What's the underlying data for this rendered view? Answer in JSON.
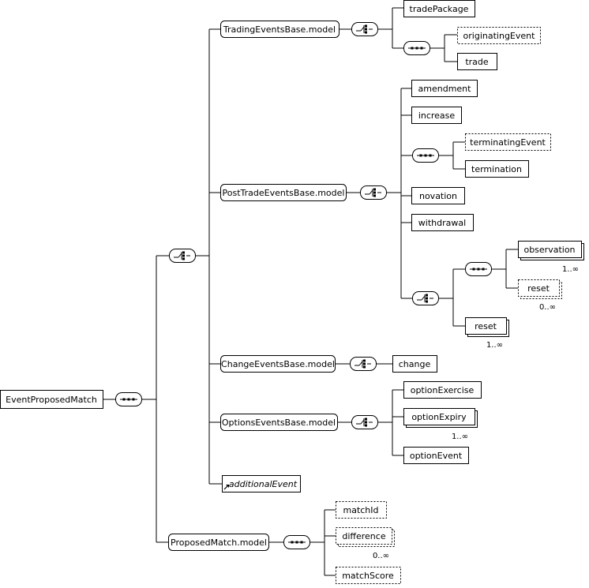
{
  "root": {
    "label": "EventProposedMatch"
  },
  "groups": {
    "trading": {
      "label": "TradingEventsBase.model"
    },
    "post_trade": {
      "label": "PostTradeEventsBase.model"
    },
    "change": {
      "label": "ChangeEventsBase.model"
    },
    "options": {
      "label": "OptionsEventsBase.model"
    },
    "proposed_match": {
      "label": "ProposedMatch.model"
    }
  },
  "elements": {
    "trade_package": "tradePackage",
    "originating_event": "originatingEvent",
    "trade": "trade",
    "amendment": "amendment",
    "increase": "increase",
    "terminating_event": "terminatingEvent",
    "termination": "termination",
    "novation": "novation",
    "withdrawal": "withdrawal",
    "observation": "observation",
    "reset_optional": "reset",
    "reset": "reset",
    "change": "change",
    "option_exercise": "optionExercise",
    "option_expiry": "optionExpiry",
    "option_event": "optionEvent",
    "additional_event": "additionalEvent",
    "match_id": "matchId",
    "difference": "difference",
    "match_score": "matchScore"
  },
  "occurrences": {
    "observation": "1..∞",
    "reset_optional": "0..∞",
    "reset": "1..∞",
    "option_expiry": "1..∞",
    "difference": "0..∞"
  },
  "colors": {
    "stroke": "#000000",
    "fill": "#ffffff",
    "shadow": "#ffffff"
  },
  "icons": {
    "sequence": "sequence-compositor-icon",
    "choice": "choice-compositor-icon",
    "reference": "reference-arrow-icon"
  }
}
